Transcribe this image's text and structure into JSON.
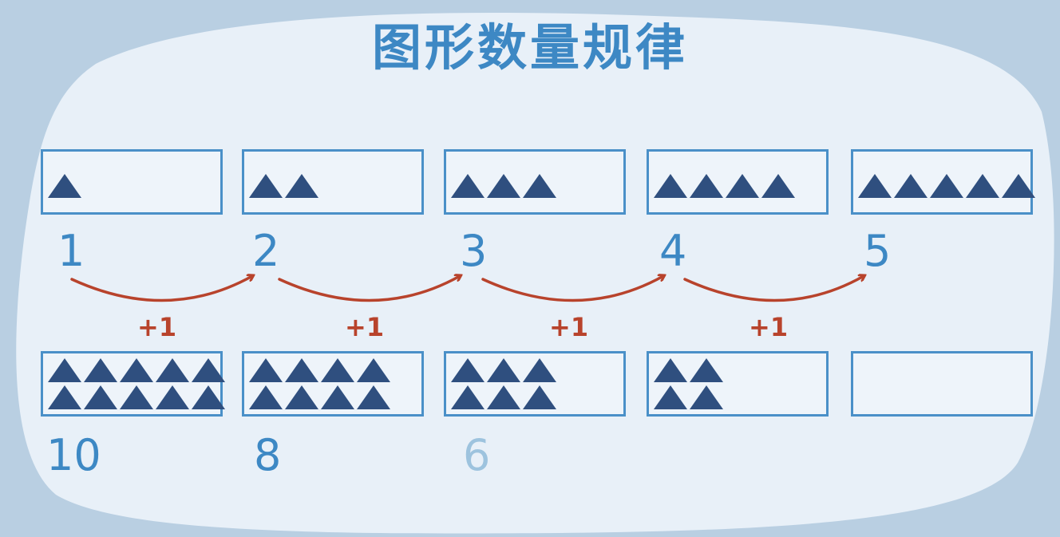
{
  "title": "图形数量规律",
  "colors": {
    "triangle": "#2f4f7f",
    "box_border": "#4a90c8",
    "number": "#3d88c4",
    "number_faded": "#9dc3de",
    "arrow": "#b8432c",
    "background": "#b9cfe2",
    "blob": "#e8f0f8"
  },
  "top_row": {
    "boxes": [
      {
        "count": 1,
        "label": "1"
      },
      {
        "count": 2,
        "label": "2"
      },
      {
        "count": 3,
        "label": "3"
      },
      {
        "count": 4,
        "label": "4"
      },
      {
        "count": 5,
        "label": "5"
      }
    ],
    "steps": [
      "+1",
      "+1",
      "+1",
      "+1"
    ]
  },
  "bottom_row": {
    "boxes": [
      {
        "count": 10,
        "label": "10"
      },
      {
        "count": 8,
        "label": "8"
      },
      {
        "count": 6,
        "label": "6"
      },
      {
        "count": 4,
        "label": ""
      },
      {
        "count": 0,
        "label": ""
      }
    ]
  }
}
